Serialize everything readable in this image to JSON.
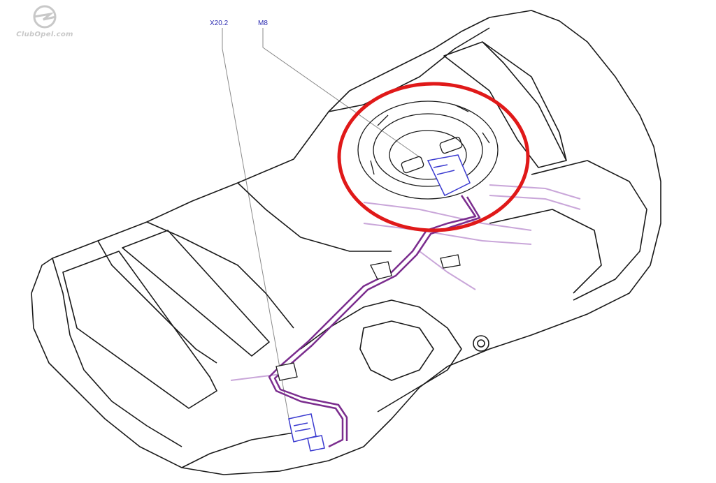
{
  "watermark": {
    "text": "ClubOpel.com"
  },
  "callouts": {
    "connector_label": "X20.2",
    "pump_label": "M8"
  },
  "colors": {
    "outline": "#1a1a1a",
    "harness": "#7b2d8e",
    "harness_light": "#c9a6d9",
    "connector": "#3a3ad0",
    "highlight_circle": "#e01919",
    "callout_line": "#8a8a8a",
    "label_text": "#2a2ab0"
  }
}
